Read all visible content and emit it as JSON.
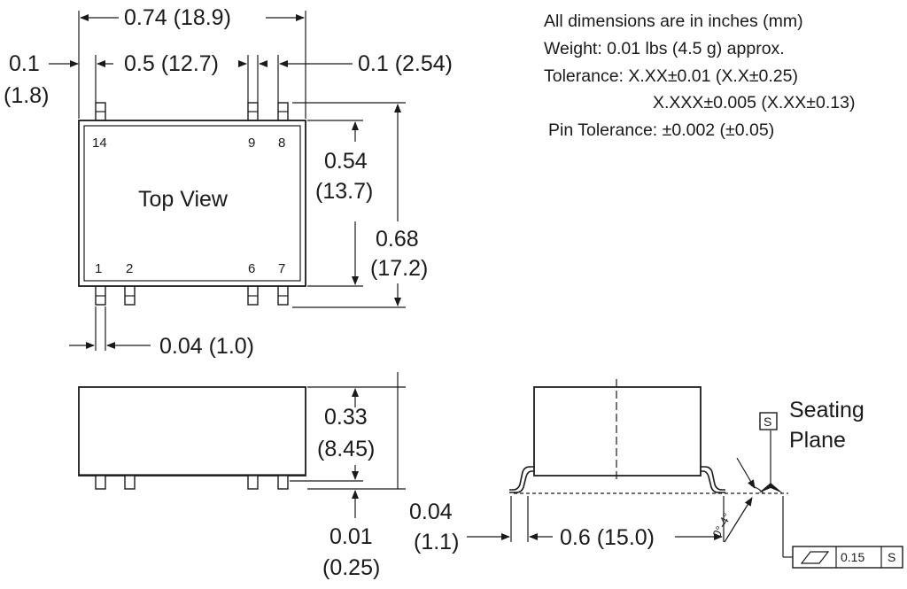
{
  "notes": {
    "line1": "All dimensions are in inches (mm)",
    "line2": "Weight: 0.01 lbs (4.5 g) approx.",
    "line3": "Tolerance: X.XX±0.01 (X.X±0.25)",
    "line4": "X.XXX±0.005 (X.XX±0.13)",
    "line5": "Pin Tolerance: ±0.002 (±0.05)"
  },
  "top_view": {
    "title": "Top View",
    "pins": {
      "p14": "14",
      "p9": "9",
      "p8": "8",
      "p1": "1",
      "p2": "2",
      "p6": "6",
      "p7": "7"
    },
    "dim_width": "0.74 (18.9)",
    "dim_left_a": "0.1",
    "dim_left_b": "(1.8)",
    "dim_pitch_span": "0.5 (12.7)",
    "dim_pitch": "0.1 (2.54)",
    "dim_body_h_a": "0.54",
    "dim_body_h_b": "(13.7)",
    "dim_total_h_a": "0.68",
    "dim_total_h_b": "(17.2)",
    "dim_pin_w": "0.04 (1.0)"
  },
  "side_view": {
    "dim_height_a": "0.33",
    "dim_height_b": "(8.45)",
    "dim_standoff_a": "0.01",
    "dim_standoff_b": "(0.25)"
  },
  "end_view": {
    "seating_a": "Seating",
    "seating_b": "Plane",
    "datum": "S",
    "dim_lead_a": "0.04",
    "dim_lead_b": "(1.1)",
    "dim_span": "0.6 (15.0)",
    "angle": "0°-4°",
    "fcf_value": "0.15",
    "fcf_datum": "S"
  }
}
